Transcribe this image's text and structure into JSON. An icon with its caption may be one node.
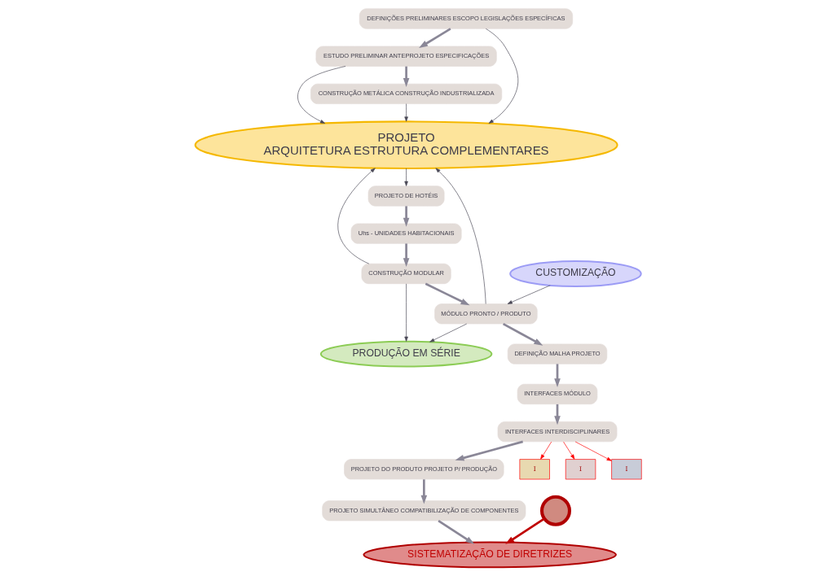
{
  "diagram": {
    "nodes": [
      {
        "text": [
          "DEFINIÇÕES PRELIMINARES ESCOPO LEGISLAÇÕES ESPECÍFICAS"
        ]
      },
      {
        "text": [
          "ESTUDO PRELIMINAR ANTEPROJETO ESPECIFICAÇÕES"
        ]
      },
      {
        "text": [
          "CONSTRUÇÃO METÁLICA CONSTRUÇÃO INDUSTRIALIZADA"
        ]
      },
      {
        "text": [
          "PROJETO DE HOTÉIS"
        ]
      },
      {
        "text": [
          "Uhs - UNIDADES HABITACIONAIS"
        ]
      },
      {
        "text": [
          "CONSTRUÇÃO MODULAR"
        ]
      },
      {
        "text": [
          "MÓDULO PRONTO / PRODUTO"
        ]
      },
      {
        "text": [
          "DEFINIÇÃO MALHA PROJETO"
        ]
      },
      {
        "text": [
          "INTERFACES MÓDULO"
        ]
      },
      {
        "text": [
          "INTERFACES INTERDISCIPLINARES"
        ]
      },
      {
        "text": [
          "PROJETO DO PRODUTO PROJETO P/ PRODUÇÃO"
        ]
      },
      {
        "text": [
          "PROJETO SIMULTÂNEO COMPATIBILIZAÇÃO DE COMPONENTES"
        ]
      },
      {
        "text": [
          "PROJETO",
          "ARQUITETURA ESTRUTURA COMPLEMENTARES"
        ]
      },
      {
        "text": [
          "PRODUÇÃO EM SÉRIE"
        ]
      },
      {
        "text": [
          "CUSTOMIZAÇÃO"
        ]
      },
      {
        "text": [
          "SISTEMATIZAÇÃO DE DIRETRIZES"
        ]
      },
      {
        "text": [
          "I"
        ]
      },
      {
        "text": [
          "I"
        ]
      },
      {
        "text": [
          "I"
        ]
      },
      {
        "text": [],
        "shape": "circle"
      }
    ],
    "edges": [
      {
        "from": 0,
        "to": 1,
        "arrow": "to",
        "style": "thick",
        "color": "#8a8797"
      },
      {
        "from": 1,
        "to": 2,
        "arrow": "to",
        "style": "thick",
        "color": "#8a8797"
      },
      {
        "from": 0,
        "to": 12,
        "arrow": "to"
      },
      {
        "from": 1,
        "to": 12,
        "arrow": "to"
      },
      {
        "from": 2,
        "to": 12,
        "arrow": "to"
      },
      {
        "from": 12,
        "to": 3,
        "arrow": "to"
      },
      {
        "from": 3,
        "to": 4,
        "arrow": "to",
        "style": "thick",
        "color": "#8a8797"
      },
      {
        "from": 4,
        "to": 5,
        "arrow": "to",
        "style": "thick",
        "color": "#8a8797"
      },
      {
        "from": 5,
        "to": 6,
        "arrow": "to",
        "style": "thick",
        "color": "#8a8797"
      },
      {
        "from": 6,
        "to": 7,
        "arrow": "to",
        "style": "thick",
        "color": "#8a8797"
      },
      {
        "from": 5,
        "to": 12,
        "arrow": "to"
      },
      {
        "from": 5,
        "to": 13,
        "arrow": "to"
      },
      {
        "from": 6,
        "to": 12,
        "arrow": "to"
      },
      {
        "from": 6,
        "to": 13,
        "arrow": "to"
      },
      {
        "from": 14,
        "to": 6,
        "arrow": "to"
      },
      {
        "from": 7,
        "to": 8,
        "arrow": "to",
        "style": "thick",
        "color": "#8a8797"
      },
      {
        "from": 8,
        "to": 9,
        "arrow": "to",
        "style": "thick",
        "color": "#8a8797"
      },
      {
        "from": 9,
        "to": 10,
        "arrow": "to",
        "style": "thick",
        "color": "#8a8797"
      },
      {
        "from": 10,
        "to": 11,
        "arrow": "to",
        "style": "thick",
        "color": "#8a8797"
      },
      {
        "from": 11,
        "to": 15,
        "arrow": "to",
        "style": "thick",
        "color": "#8a8797"
      },
      {
        "from": 9,
        "to": 16,
        "arrow": "to",
        "color": "#ff0000"
      },
      {
        "from": 9,
        "to": 17,
        "arrow": "to",
        "color": "#ff0000"
      },
      {
        "from": 9,
        "to": 18,
        "arrow": "to",
        "color": "#ff0000"
      },
      {
        "from": 19,
        "to": 15,
        "arrow": "to",
        "style": "thick",
        "color": "#c00000"
      }
    ]
  }
}
